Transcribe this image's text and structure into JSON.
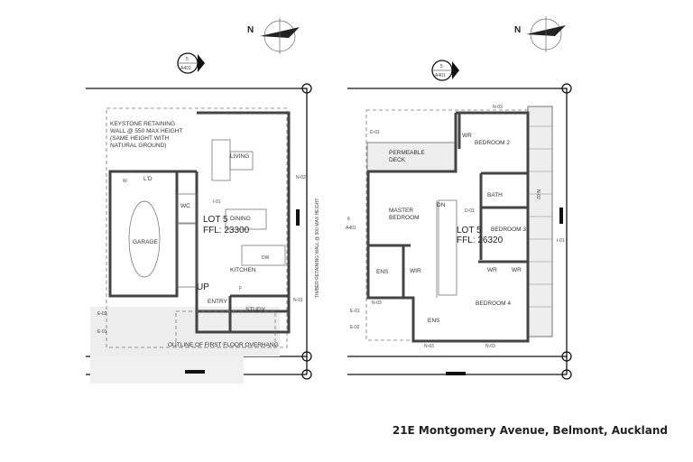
{
  "address": "21E Montgomery Avenue, Belmont, Auckland",
  "ground_floor": {
    "notes": [
      "KEYSTONE RETAINING",
      "WALL @ 550 MAX HEIGHT",
      "(SAME HEIGHT WITH",
      "NATURAL GROUND)"
    ],
    "rooms": {
      "living": "LIVING",
      "dining": "DINING",
      "kitchen": "KITCHEN",
      "garage": "GARAGE",
      "wc": "WC",
      "entry": "ENTRY",
      "study": "STUDY",
      "laundry": "L'D",
      "up": "UP",
      "w": "W",
      "dw": "DW",
      "f": "F"
    },
    "lot": "LOT 5",
    "ffl": "FFL: 23300",
    "overhang": "OUTLINE OF FIRST FLOOR OVERHANG",
    "retaining_wall": "TIMBER RETAINING WALL @ 900 MAX HEIGHT",
    "tags": {
      "i01": "I-01",
      "n02": "N-02",
      "n01": "N-01",
      "e02": "E-02",
      "e01": "E-01"
    },
    "section": {
      "num": "5",
      "sheet": "A401"
    }
  },
  "first_floor": {
    "rooms": {
      "bed2": "BEDROOM 2",
      "bath": "BATH",
      "bed3": "BEDROOM 3",
      "bed4": "BEDROOM 4",
      "master1": "MASTER",
      "master2": "BEDROOM",
      "ens1": "ENS",
      "ens2": "ENS",
      "wir": "WIR",
      "wr1": "WR",
      "wr2": "WR",
      "wr3": "WR",
      "deck1": "PERMEABLE",
      "deck2": "DECK",
      "dn": "DN"
    },
    "lot": "LOT 5",
    "ffl": "FFL: 26320",
    "tags": {
      "n03a": "N-03",
      "n03b": "N-03",
      "n03c": "N-03",
      "n03d": "N-03",
      "d01a": "D-01",
      "d01b": "D-01",
      "i01": "I-01",
      "n02": "N-02",
      "e01": "E-01",
      "e02": "E-02"
    },
    "section": {
      "num": "5",
      "sheet": "A401"
    },
    "section2": {
      "num": "6",
      "sheet": "A401"
    }
  },
  "north_label": "N"
}
